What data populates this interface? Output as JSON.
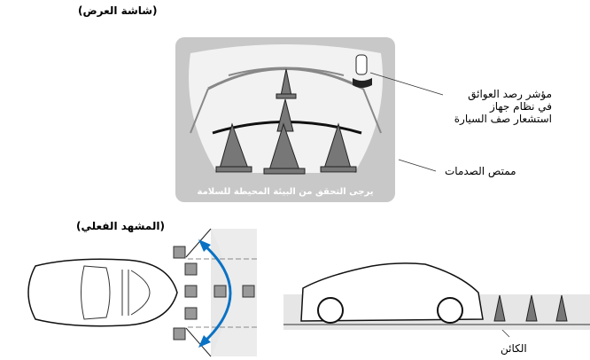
{
  "labels": {
    "display_screen_title": "(شاشة العرض)",
    "actual_view_title": "(المشهد الفعلي)",
    "obstacle_indicator_line1": "مؤشر رصد العوائق",
    "obstacle_indicator_line2": "في نظام جهاز",
    "obstacle_indicator_line3": "استشعار صف السيارة",
    "bumper": "ممتص الصدمات",
    "safety_message": "يرجى التحقق من البيئة المحيطة للسلامة",
    "object": "الكائن"
  },
  "colors": {
    "screen_frame": "#c8c8c8",
    "sweep_arrow": "#0a72c4",
    "cone": "#777777"
  }
}
